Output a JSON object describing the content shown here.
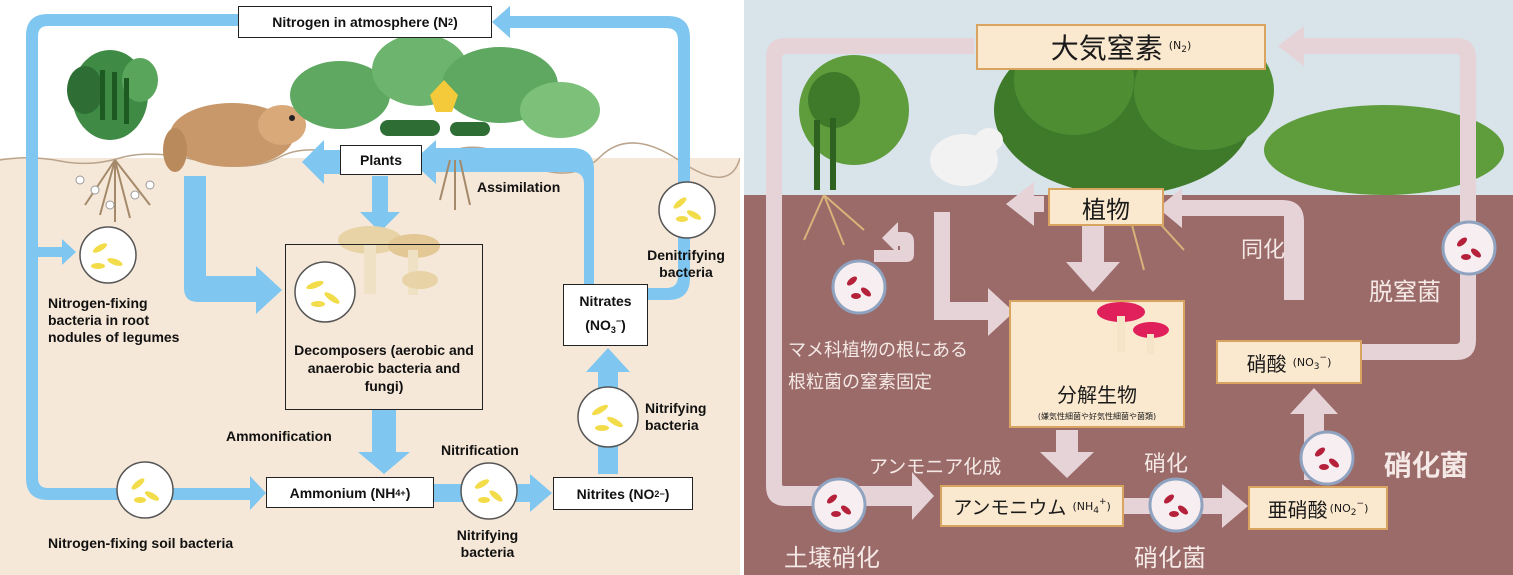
{
  "left": {
    "nodes": {
      "atmosphere": {
        "text": "Nitrogen in atmosphere (N",
        "sub": "2",
        "close": ")"
      },
      "plants": "Plants",
      "decomposers": "Decomposers (aerobic and anaerobic bacteria and fungi)",
      "ammonium": {
        "text": "Ammonium (NH",
        "sub": "4",
        "sup": "+",
        "close": ")"
      },
      "nitrites": {
        "text": "Nitrites (NO",
        "sub": "2",
        "sup": "−",
        "close": ")"
      },
      "nitrates": {
        "line1": "Nitrates",
        "line2a": "(NO",
        "sub": "3",
        "sup": "−",
        "close": ")"
      }
    },
    "labels": {
      "assimilation": "Assimilation",
      "denitrifying": "Denitrifying bacteria",
      "nitrogen_fixing_nodules": "Nitrogen-fixing bacteria in root nodules of legumes",
      "ammonification": "Ammonification",
      "nitrification": "Nitrification",
      "nitrifying_bottom": "Nitrifying bacteria",
      "nitrifying_right": "Nitrifying bacteria",
      "nitrogen_fixing_soil": "Nitrogen-fixing soil bacteria"
    }
  },
  "right": {
    "nodes": {
      "atmosphere": {
        "text": "大気窒素",
        "formula": "(N",
        "sub": "2",
        "close": ")"
      },
      "plants": "植物",
      "decomposers": "分解生物",
      "decomposers_note": "(嫌気性細菌や好気性細菌や菌類)",
      "ammonium": {
        "text": "アンモニウム",
        "formula": "(NH",
        "sub": "4",
        "sup": "+",
        "close": ")"
      },
      "nitrite": {
        "text": "亜硝酸",
        "formula": "(NO",
        "sub": "2",
        "sup": "−",
        "close": ")"
      },
      "nitrate": {
        "text": "硝酸",
        "formula": "(NO",
        "sub": "3",
        "sup": "−",
        "close": ")"
      }
    },
    "labels": {
      "assimilation": "同化",
      "denitrifying": "脱窒菌",
      "fixation_line1": "マメ科植物の根にある",
      "fixation_line2": "根粒菌の窒素固定",
      "ammonification": "アンモニア化成",
      "nitrification": "硝化",
      "nitrifying_bacteria": "硝化菌",
      "nitrifying_bacteria_large": "硝化菌",
      "soil_nitrification": "土壌硝化"
    }
  },
  "colors": {
    "left_arrow": "#7fc6f0",
    "left_soil": "#f6e8d8",
    "right_arrow": "#e6d3d8",
    "right_soil": "#9a6b68",
    "right_sky": "#d9e3ea",
    "jbox_fill": "#fbe9cf",
    "jbox_border": "#d9a45f",
    "bacteria_left": "#f2dc4a",
    "bacteria_right": "#b5203a"
  }
}
